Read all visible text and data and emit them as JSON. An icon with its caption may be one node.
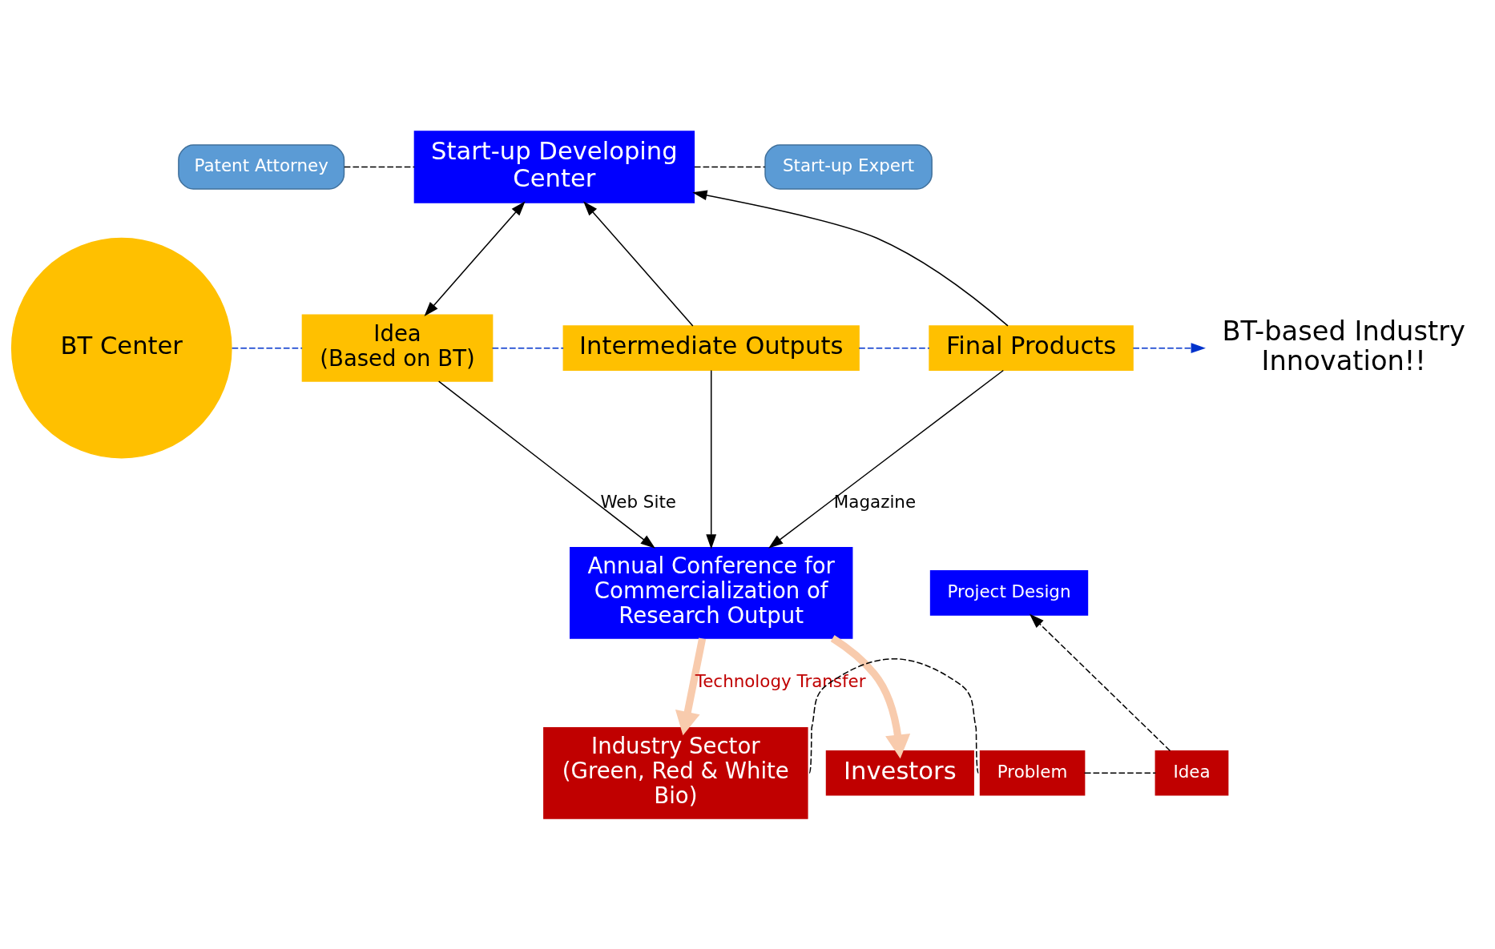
{
  "diagram": {
    "nodes": [
      {
        "text": [
          "Patent Attorney"
        ]
      },
      {
        "text": [
          "Start-up Developing Center"
        ]
      },
      {
        "text": [
          "Start-up Expert"
        ]
      },
      {
        "text": [
          "BT Center"
        ]
      },
      {
        "text": [
          "Project Design"
        ]
      },
      {
        "text": [
          "Idea",
          "(Based on BT)"
        ]
      },
      {
        "text": [
          "Intermediate Outputs"
        ]
      },
      {
        "text": [
          "Final Products"
        ]
      },
      {
        "text": [
          "BT-based Industry Innovation!!"
        ]
      },
      {
        "text": [
          "Annual Conference for Commercialization of Research Output"
        ]
      },
      {
        "text": [
          "Idea"
        ]
      },
      {
        "text": [
          "Problem"
        ]
      },
      {
        "text": [
          "Industry Sector",
          "(Green, Red & White Bio)"
        ]
      },
      {
        "text": [
          "Investors"
        ]
      }
    ],
    "edges": [
      {
        "from": 0,
        "to": 1,
        "arrow": "none",
        "style": "dashed"
      },
      {
        "from": 1,
        "to": 2,
        "arrow": "none",
        "style": "dashed"
      },
      {
        "from": 5,
        "to": 1,
        "arrow": "both"
      },
      {
        "from": 6,
        "to": 1,
        "arrow": "to"
      },
      {
        "from": 7,
        "to": 1,
        "arrow": "to"
      },
      {
        "from": 3,
        "to": 5,
        "arrow": "none",
        "style": "dashed",
        "color": "#0033cc"
      },
      {
        "from": 5,
        "to": 6,
        "arrow": "none",
        "style": "dashed",
        "color": "#0033cc"
      },
      {
        "from": 6,
        "to": 7,
        "arrow": "none",
        "style": "dashed",
        "color": "#0033cc"
      },
      {
        "from": 7,
        "to": 8,
        "arrow": "to",
        "style": "dashed",
        "color": "#0033cc"
      },
      {
        "from": 5,
        "to": 9,
        "arrow": "to",
        "label": "Web Site"
      },
      {
        "from": 6,
        "to": 9,
        "arrow": "to"
      },
      {
        "from": 7,
        "to": 9,
        "arrow": "to",
        "label": "Magazine"
      },
      {
        "from": 9,
        "to": 12,
        "arrow": "to",
        "style": "thick",
        "color": "#f8cbad",
        "label": "Technology Transfer"
      },
      {
        "from": 9,
        "to": 13,
        "arrow": "to",
        "style": "thick",
        "color": "#f8cbad"
      },
      {
        "from": 12,
        "to": 11,
        "arrow": "none",
        "style": "dashed"
      },
      {
        "from": 11,
        "to": 10,
        "arrow": "none",
        "style": "dashed"
      },
      {
        "from": 10,
        "to": 4,
        "arrow": "to",
        "style": "dashed"
      }
    ]
  }
}
